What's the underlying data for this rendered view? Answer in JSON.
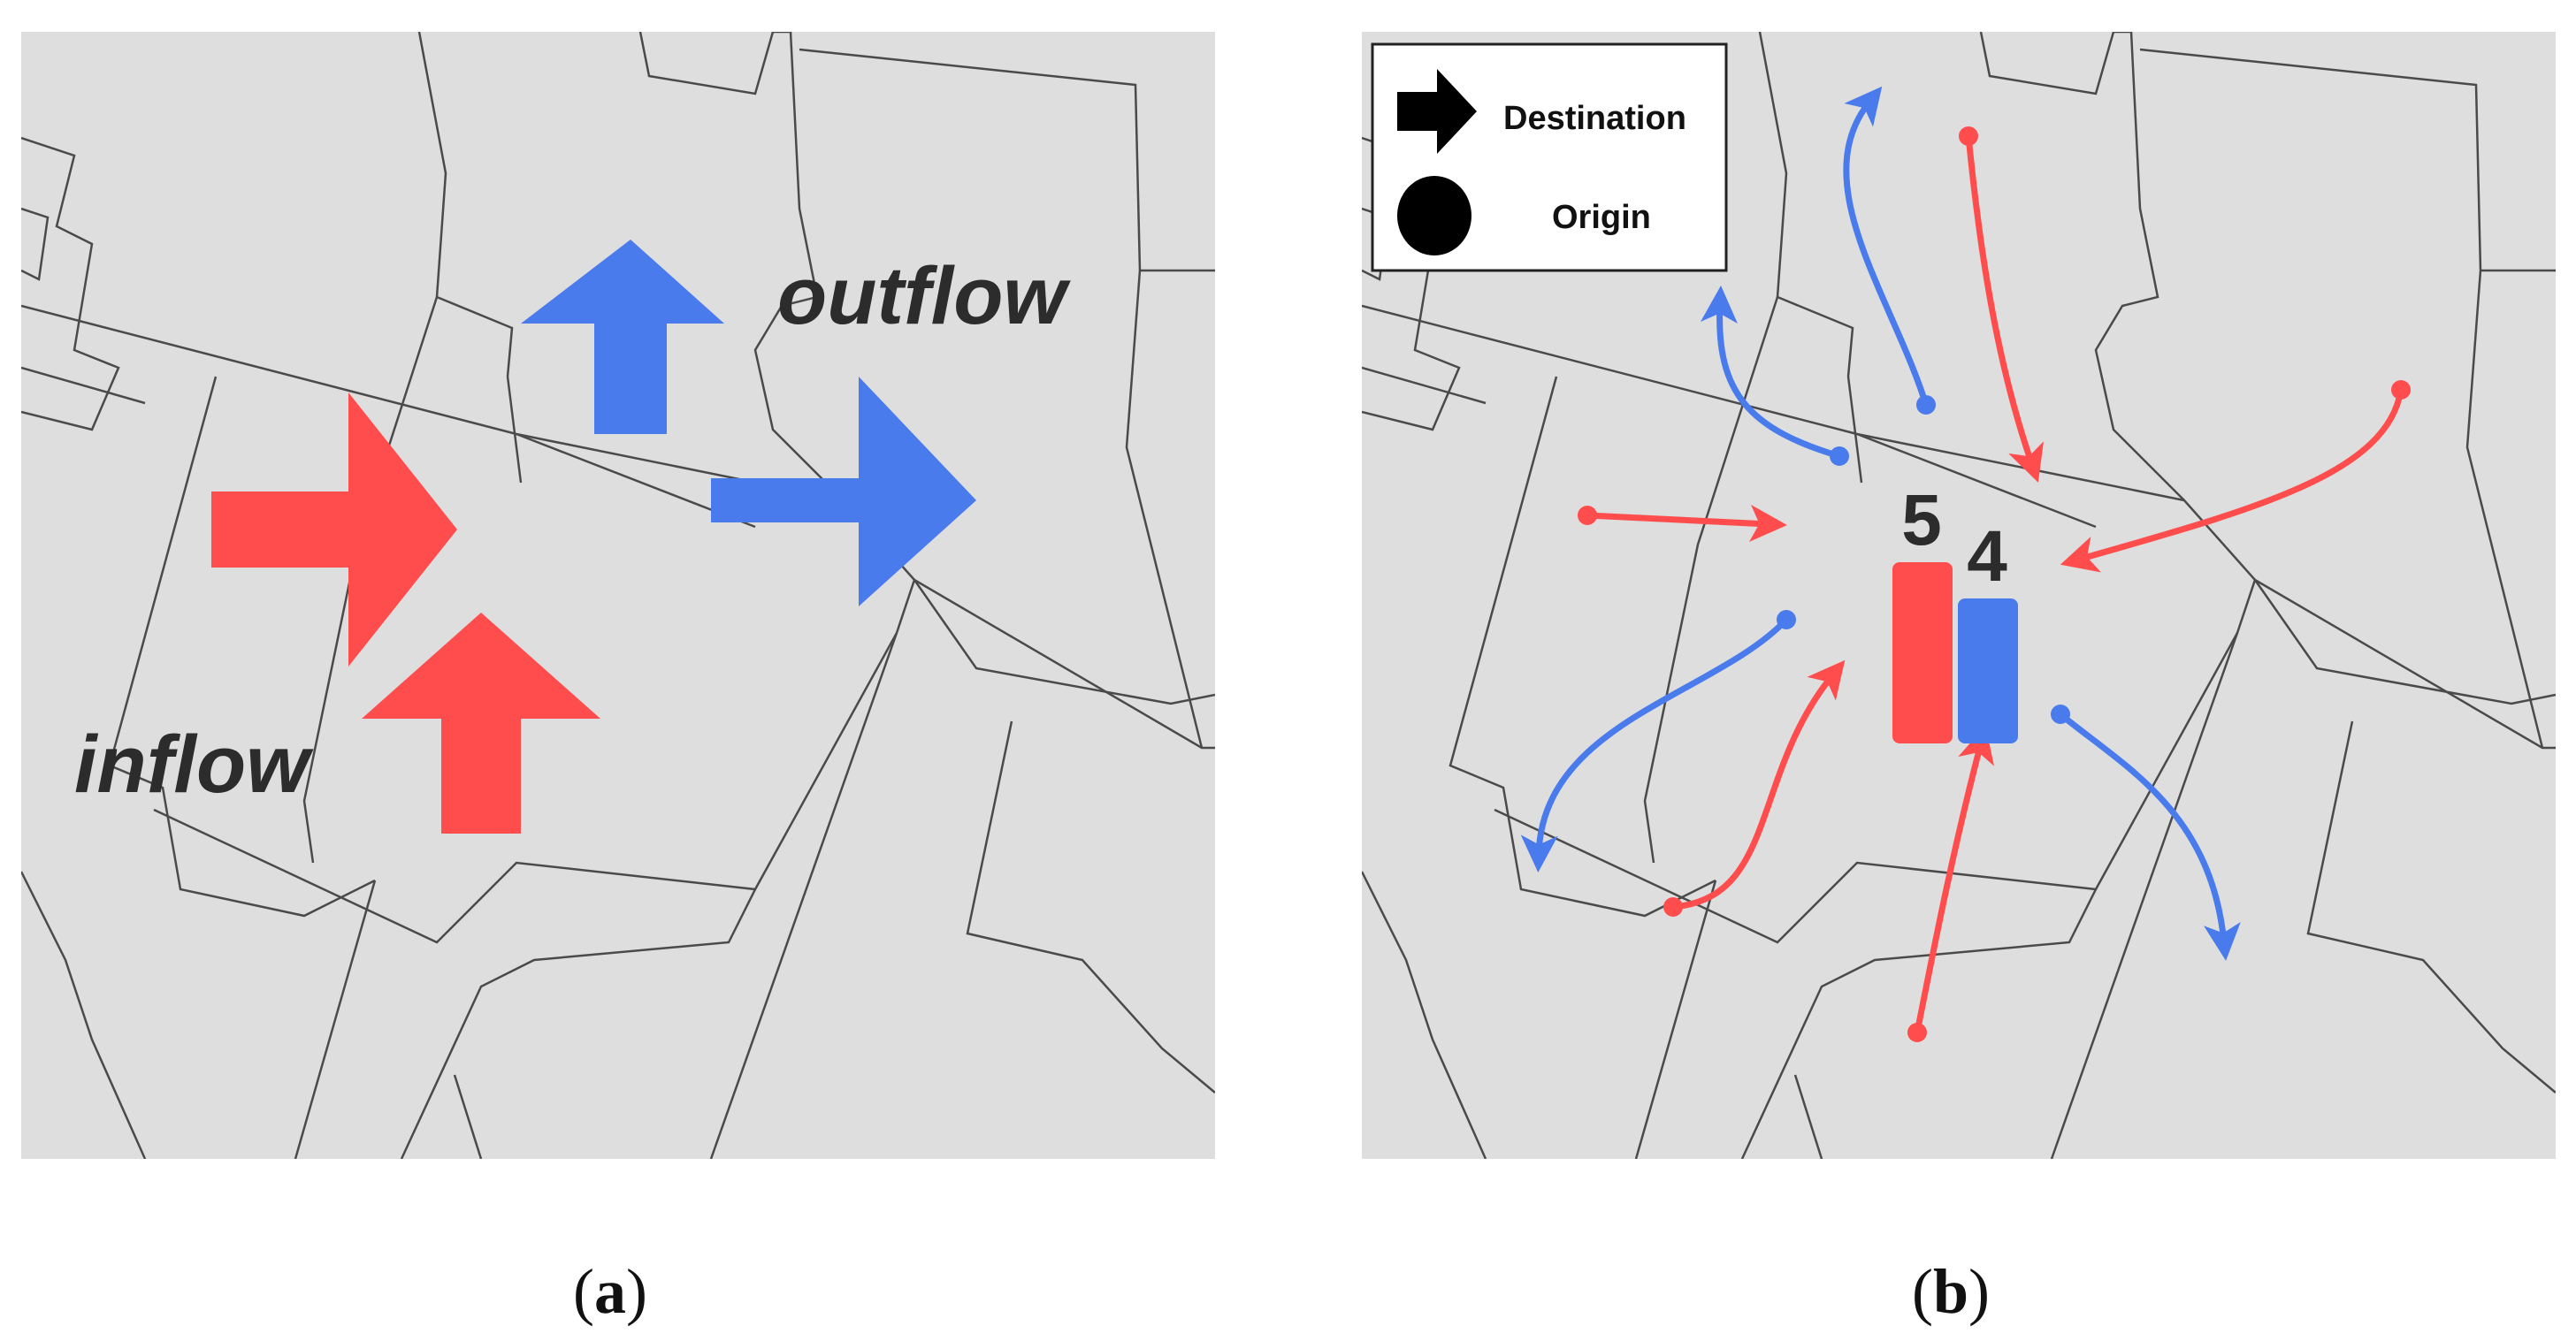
{
  "colors": {
    "inflow": "#ff4d4d",
    "outflow": "#4a7bec",
    "map_fill": "#dedede",
    "boundary": "#4a4a4a"
  },
  "panel_a": {
    "caption_letter": "a",
    "labels": {
      "inflow": "inflow",
      "outflow": "outflow"
    },
    "arrow_icons": [
      "inflow-arrow-right-icon",
      "inflow-arrow-up-icon",
      "outflow-arrow-up-icon",
      "outflow-arrow-right-icon"
    ]
  },
  "panel_b": {
    "caption_letter": "b",
    "legend": {
      "destination": "Destination",
      "origin": "Origin",
      "destination_icon": "arrow-right-icon",
      "origin_icon": "dot-icon"
    },
    "counts": {
      "inflow": "5",
      "outflow": "4"
    },
    "inflow_count": 5,
    "outflow_count": 4
  }
}
